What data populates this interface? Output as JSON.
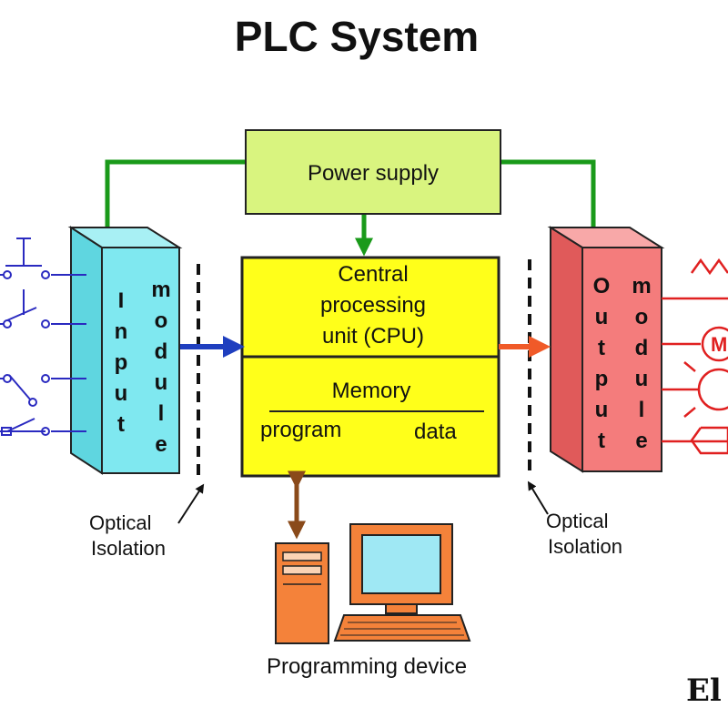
{
  "title": "PLC System",
  "power_supply": {
    "label": "Power supply"
  },
  "cpu": {
    "line1": "Central",
    "line2": "processing",
    "line3": "unit (CPU)"
  },
  "memory": {
    "label": "Memory",
    "program": "program",
    "data": "data"
  },
  "input_module": {
    "word1": "Input",
    "word2": "module"
  },
  "output_module": {
    "word1": "Output",
    "word2": "module"
  },
  "optical_isolation_left": {
    "line1": "Optical",
    "line2": "Isolation"
  },
  "optical_isolation_right": {
    "line1": "Optical",
    "line2": "Isolation"
  },
  "programming_device": {
    "label": "Programming device"
  },
  "motor_label": "M",
  "logo_text": "El",
  "colors": {
    "power_supply": "#d9f47f",
    "cpu": "#ffff1a",
    "input_module": "#7fe8f0",
    "output_module": "#f47c7c",
    "wire_green": "#1a9a1a",
    "arrow_blue": "#1f3fbf",
    "arrow_red": "#f05a28",
    "arrow_brown": "#8a4a1a",
    "input_devices": "#2a2ac0",
    "output_devices": "#e02020",
    "computer": "#f4823a",
    "screen": "#9fe8f4"
  }
}
